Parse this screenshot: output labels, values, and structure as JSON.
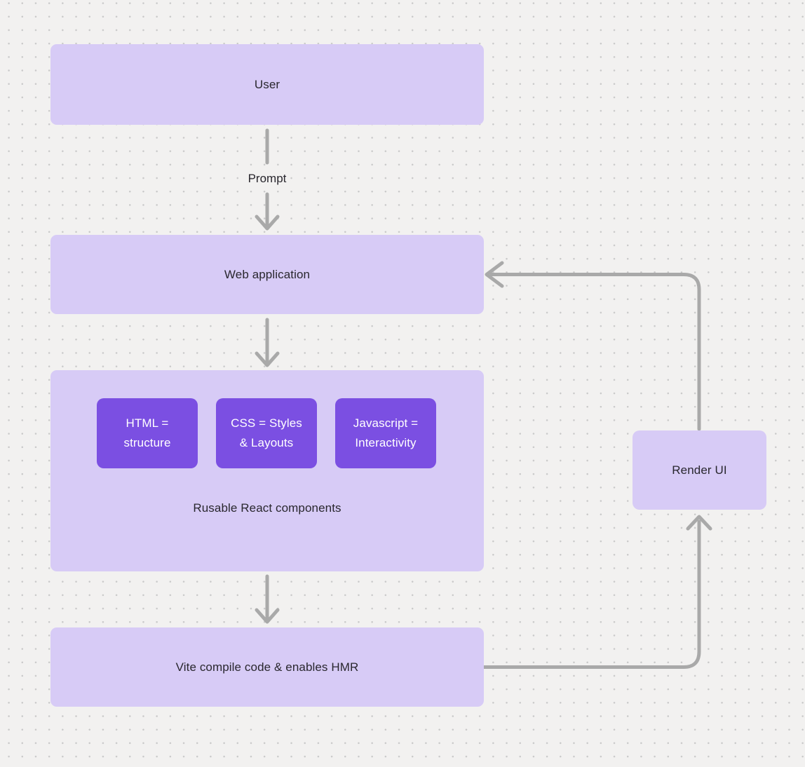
{
  "theme": {
    "background": "#f2f1f0",
    "dot": "#c9c9c9",
    "node_fill": "#d7cbf6",
    "accent_fill": "#7b4fe2",
    "connector": "#a9a9a9",
    "text_dark": "#29272e",
    "text_light": "#ffffff"
  },
  "diagram": {
    "nodes": {
      "user": {
        "label": "User"
      },
      "web_app": {
        "label": "Web application"
      },
      "components_group": {
        "label": "Rusable React components",
        "children": {
          "html": {
            "label": "HTML = structure"
          },
          "css": {
            "label": "CSS = Styles & Layouts"
          },
          "js": {
            "label": "Javascript = Interactivity"
          }
        }
      },
      "vite": {
        "label": "Vite compile code & enables HMR"
      },
      "render_ui": {
        "label": "Render UI"
      }
    },
    "edges": {
      "user_to_webapp_label": "Prompt"
    }
  }
}
